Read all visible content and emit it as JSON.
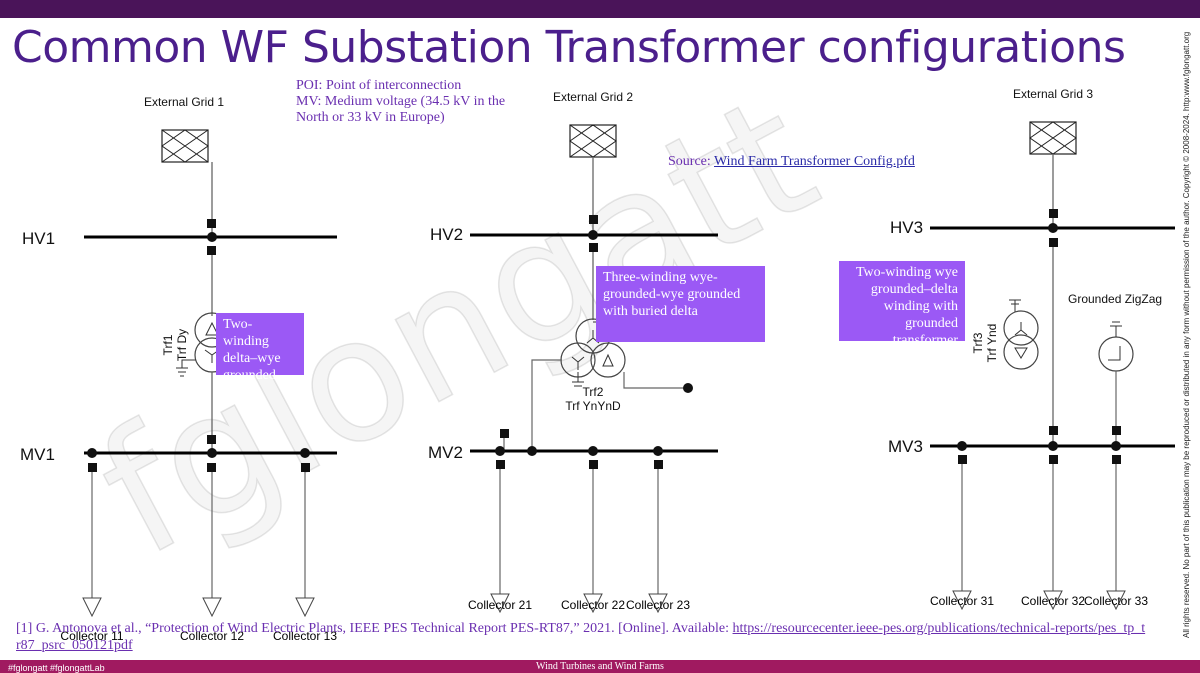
{
  "slide": {
    "title": "Common WF Substation Transformer configurations",
    "note": "POI: Point of interconnection\nMV: Medium voltage (34.5 kV in the North or 33 kV in Europe)",
    "source_prefix": "Source: ",
    "source_link": "Wind Farm Transformer Config.pfd",
    "reference_text": "[1] G. Antonova et al., “Protection of Wind Electric Plants, IEEE PES Technical Report PES-RT87,” 2021. [Online]. Available: ",
    "reference_link": "https://resourcecenter.ieee-pes.org/publications/technical-reports/pes_tp_tr87_psrc_050121pdf",
    "footer": "Wind Turbines and Wind Farms",
    "hashtags": "#fglongatt #fglongattLab",
    "side_notice": "All rights reserved. No part of this publication may be reproduced or distributed in any form without permission of the author. Copyright © 2008-2024. http:www.fglongatt.org",
    "watermark": "fglongatt"
  },
  "diagrams": {
    "d1": {
      "grid": "External Grid 1",
      "hv": "HV1",
      "mv": "MV1",
      "trf_name": "Trf1",
      "trf_type": "Trf Dy",
      "collectors": [
        "Collector 11",
        "Collector 12",
        "Collector 13"
      ],
      "box": "Two-winding delta–wye grounded"
    },
    "d2": {
      "grid": "External Grid 2",
      "hv": "HV2",
      "mv": "MV2",
      "trf_name": "Trf2",
      "trf_type": "Trf YnYnD",
      "collectors": [
        "Collector 21",
        "Collector 22",
        "Collector 23"
      ],
      "box": "Three-winding wye-grounded-wye grounded with buried delta"
    },
    "d3": {
      "grid": "External Grid 3",
      "hv": "HV3",
      "mv": "MV3",
      "trf_name": "Trf3",
      "trf_type": "Trf Ynd",
      "zigzag": "Grounded ZigZag",
      "collectors": [
        "Collector 31",
        "Collector 32",
        "Collector 33"
      ],
      "box": "Two-winding wye grounded–delta winding with grounded transformer"
    }
  },
  "colors": {
    "top_bar": "#4a1459",
    "title": "#4b1f8c",
    "label_box": "#9b59f5",
    "bottom_bar": "#a01a60",
    "note_text": "#6a2fb0"
  }
}
